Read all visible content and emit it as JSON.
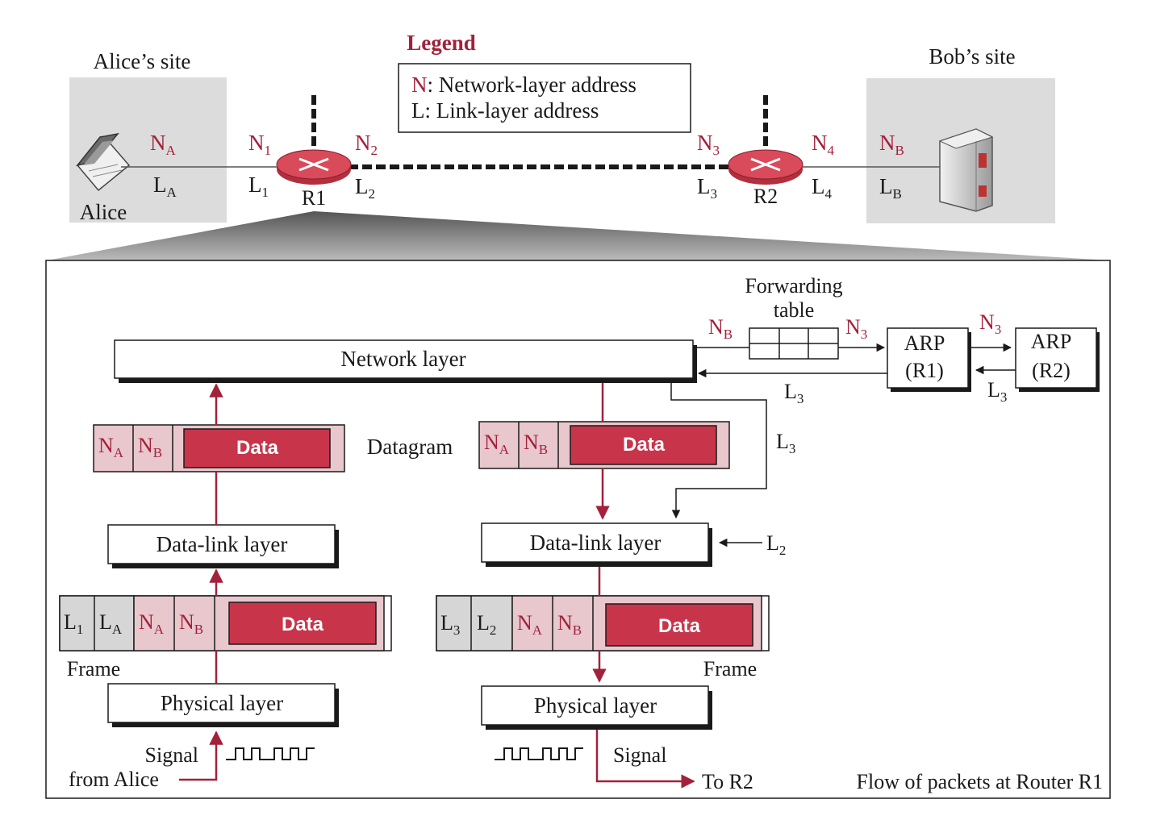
{
  "legend": {
    "title": "Legend",
    "n_key": "N",
    "n_desc": ": Network-layer address",
    "l_key": "L",
    "l_desc": ": Link-layer address"
  },
  "sites": {
    "alice_site": "Alice’s site",
    "bob_site": "Bob’s site",
    "alice": "Alice"
  },
  "addresses": {
    "N": "N",
    "L": "L",
    "A": "A",
    "B": "B",
    "s1": "1",
    "s2": "2",
    "s3": "3",
    "s4": "4"
  },
  "routers": {
    "r1": "R1",
    "r2": "R2"
  },
  "detail": {
    "forwarding_table_1": "Forwarding",
    "forwarding_table_2": "table",
    "network_layer": "Network layer",
    "arp_1": "ARP",
    "arp_r1": "(R1)",
    "arp_r2": "(R2)",
    "datagram": "Datagram",
    "data": "Data",
    "data_link_layer": "Data-link layer",
    "physical_layer": "Physical layer",
    "frame": "Frame",
    "signal": "Signal",
    "from_alice": "from Alice",
    "to_r2": "To R2",
    "caption": "Flow of packets at Router R1"
  },
  "colors": {
    "accent_red": "#a3213a",
    "data_red": "#c8354a",
    "pink_field": "#e8c7cd",
    "gray_field": "#d6d6d6",
    "site_bg": "#dcdcdc",
    "router": "#d94a5a",
    "stroke": "#1a1a1a"
  },
  "icons": [
    "laptop-icon",
    "server-icon",
    "router-icon"
  ]
}
